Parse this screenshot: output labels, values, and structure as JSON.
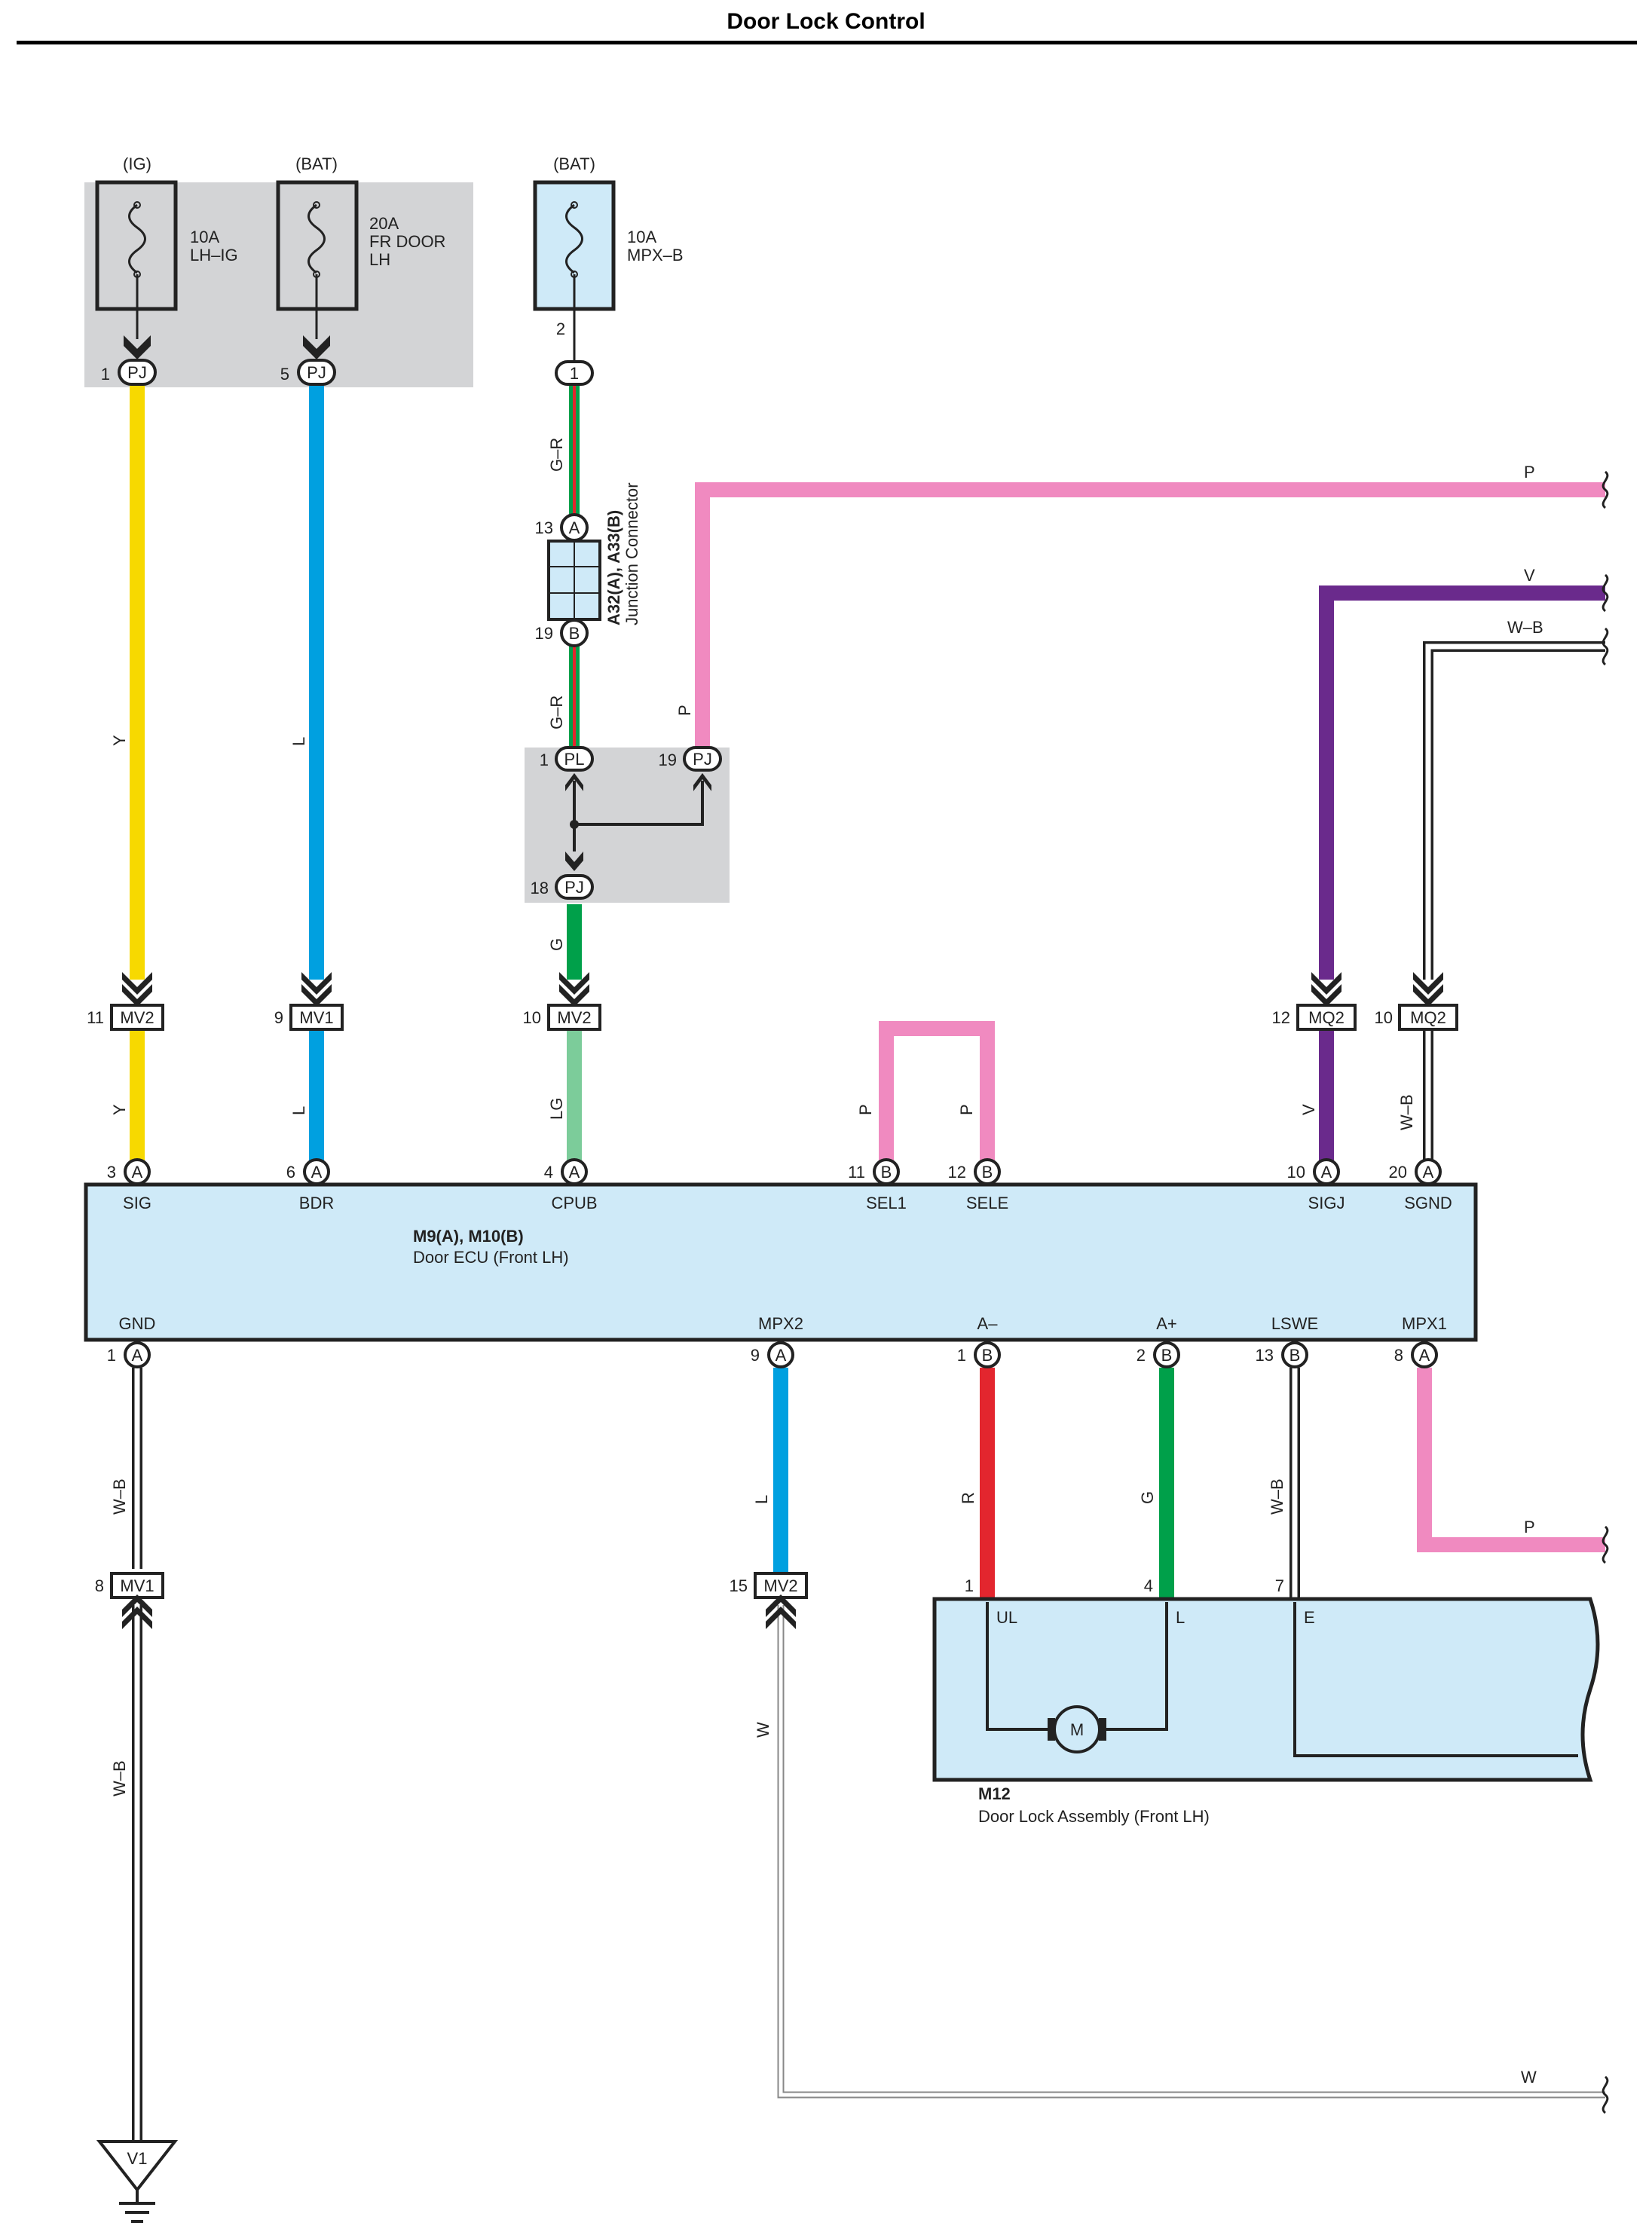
{
  "title": "Door Lock Control",
  "colors": {
    "Y": "#f7d900",
    "L": "#00a0e0",
    "G": "#00a04a",
    "LG": "#7ccc9a",
    "R": "#e3262e",
    "P": "#f08ac0",
    "V": "#6a2a8c",
    "panel": "#cfeaf8",
    "gray": "#d3d4d6"
  },
  "fuses": [
    {
      "source": "(IG)",
      "rating": "10A",
      "name": "LH–IG",
      "pin": "1",
      "connector": "PJ"
    },
    {
      "source": "(BAT)",
      "rating": "20A",
      "name": "FR DOOR\nLH",
      "pin": "5",
      "connector": "PJ"
    },
    {
      "source": "(BAT)",
      "rating": "10A",
      "name": "MPX–B",
      "pin": "2",
      "connector": "1"
    }
  ],
  "junction_connector": {
    "id": "A32(A), A33(B)",
    "name": "Junction Connector",
    "pin_top": "13",
    "pin_top_letter": "A",
    "pin_bottom": "19",
    "pin_bottom_letter": "B"
  },
  "junction_block": {
    "pins": [
      {
        "pin": "1",
        "connector": "PL"
      },
      {
        "pin": "19",
        "connector": "PJ"
      },
      {
        "pin": "18",
        "connector": "PJ"
      }
    ]
  },
  "ecu": {
    "id": "M9(A), M10(B)",
    "name": "Door ECU (Front LH)",
    "top_terminals": [
      {
        "pin": "3",
        "letter": "A",
        "label": "SIG"
      },
      {
        "pin": "6",
        "letter": "A",
        "label": "BDR"
      },
      {
        "pin": "4",
        "letter": "A",
        "label": "CPUB"
      },
      {
        "pin": "11",
        "letter": "B",
        "label": "SEL1"
      },
      {
        "pin": "12",
        "letter": "B",
        "label": "SELE"
      },
      {
        "pin": "10",
        "letter": "A",
        "label": "SIGJ"
      },
      {
        "pin": "20",
        "letter": "A",
        "label": "SGND"
      }
    ],
    "bottom_terminals": [
      {
        "pin": "1",
        "letter": "A",
        "label": "GND"
      },
      {
        "pin": "9",
        "letter": "A",
        "label": "MPX2"
      },
      {
        "pin": "1",
        "letter": "B",
        "label": "A–"
      },
      {
        "pin": "2",
        "letter": "B",
        "label": "A+"
      },
      {
        "pin": "13",
        "letter": "B",
        "label": "LSWE"
      },
      {
        "pin": "8",
        "letter": "A",
        "label": "MPX1"
      }
    ]
  },
  "inline_connectors_top": [
    {
      "pin": "11",
      "connector": "MV2"
    },
    {
      "pin": "9",
      "connector": "MV1"
    },
    {
      "pin": "10",
      "connector": "MV2"
    },
    {
      "pin": "12",
      "connector": "MQ2"
    },
    {
      "pin": "10",
      "connector": "MQ2"
    }
  ],
  "inline_connectors_bottom": [
    {
      "pin": "8",
      "connector": "MV1"
    },
    {
      "pin": "15",
      "connector": "MV2"
    }
  ],
  "wire_labels": {
    "y_upper": "Y",
    "l_upper": "L",
    "gr_upper": "G–R",
    "gr_lower": "G–R",
    "p_vertical": "P",
    "g_lower": "G",
    "y_lower": "Y",
    "l_lower": "L",
    "lg": "LG",
    "p_sel1": "P",
    "p_sele": "P",
    "v_lower": "V",
    "wb_sgnd": "W–B",
    "p_right_top": "P",
    "v_right": "V",
    "wb_right": "W–B",
    "wb_gnd_upper": "W–B",
    "wb_gnd_lower": "W–B",
    "l_mpx2": "L",
    "r": "R",
    "g_aplus": "G",
    "wb_lswe": "W–B",
    "p_mpx1": "P",
    "w_vertical": "W",
    "w_right": "W"
  },
  "door_lock": {
    "id": "M12",
    "name": "Door Lock Assembly (Front LH)",
    "pins": [
      {
        "pin": "1",
        "label": "UL"
      },
      {
        "pin": "4",
        "label": "L"
      },
      {
        "pin": "7",
        "label": "E"
      }
    ],
    "motor": "M"
  },
  "ground": {
    "label": "V1"
  }
}
